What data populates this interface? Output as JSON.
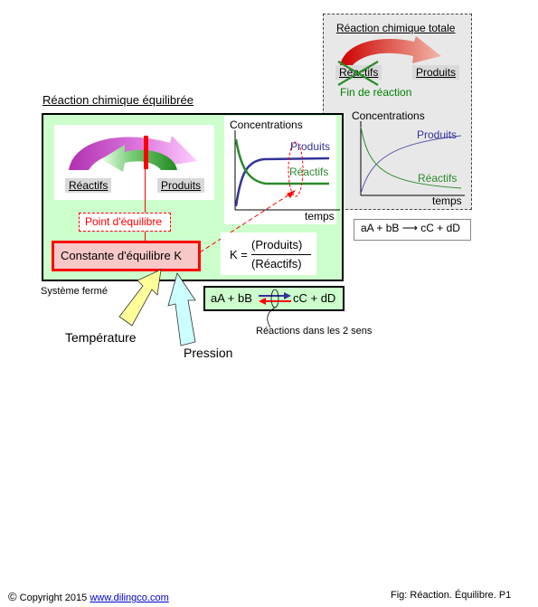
{
  "total_panel": {
    "title": "Réaction chimique totale",
    "reactants": "Réactifs",
    "products": "Produits",
    "end_label": "Fin de réaction",
    "graph": {
      "ylabel": "Concentrations",
      "xlabel": "temps",
      "series_products": "Produits",
      "series_reactants": "Réactifs"
    },
    "equation": "aA + bB ⟶ cC + dD"
  },
  "equilibrium_panel": {
    "title": "Réaction chimique équilibrée",
    "reactants": "Réactifs",
    "products": "Produits",
    "equilibrium_point": "Point d'équilibre",
    "constant_box": "Constante d'équilibre K",
    "formula": {
      "k_label": "K =",
      "numerator": "(Produits)",
      "denominator": "(Réactifs)"
    },
    "graph": {
      "ylabel": "Concentrations",
      "xlabel": "temps",
      "series_products": "Produits",
      "series_reactants": "Réactifs"
    },
    "closed_system": "Système fermé",
    "equation_left": "aA + bB",
    "equation_right": "cC + dD",
    "both_directions": "Réactions dans les 2 sens",
    "factors": {
      "temperature": "Température",
      "pressure": "Pression"
    }
  },
  "footer": {
    "copyright_symbol": "©",
    "copyright_text": "Copyright 2015",
    "link": "www.dilingco.com",
    "figure_label": "Fig:  Réaction. Équilibre. P1"
  },
  "colors": {
    "panel_green": "#ccffcc",
    "panel_gray": "#e8e8e8",
    "red": "#ff0000",
    "magenta": "#cc33cc",
    "dark_green": "#008000",
    "blue_series": "#333399",
    "green_series": "#2b8a2b",
    "yellow_arrow": "#ffff99",
    "cyan_arrow": "#ccffff",
    "link_blue": "#0000cc",
    "label_box": "#d9d9d9"
  }
}
